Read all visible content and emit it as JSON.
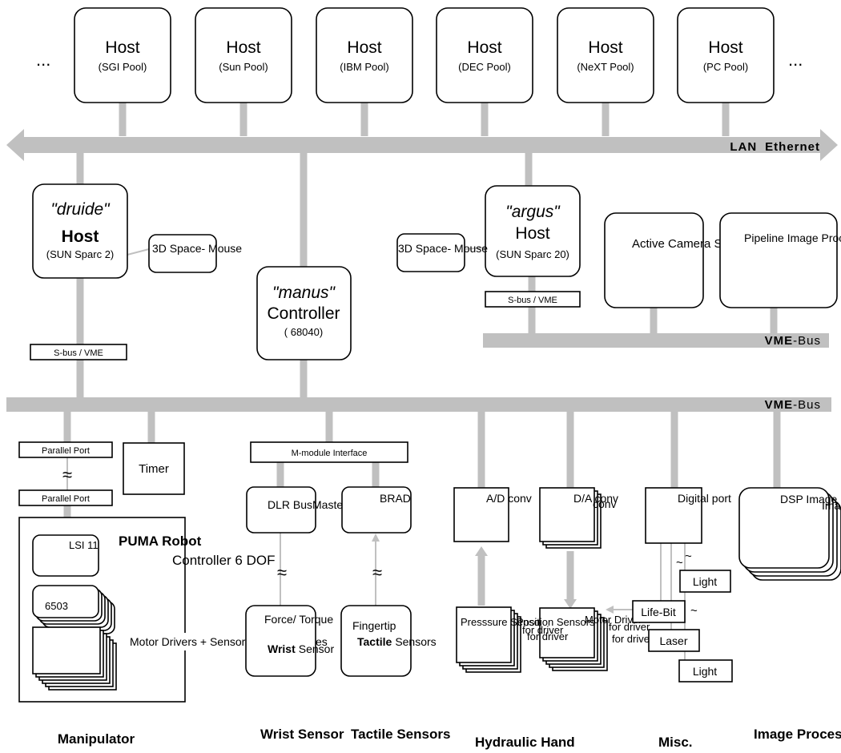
{
  "ellipsis": "...",
  "hosts": [
    {
      "title": "Host",
      "sub": "(SGI Pool)"
    },
    {
      "title": "Host",
      "sub": "(Sun Pool)"
    },
    {
      "title": "Host",
      "sub": "(IBM Pool)"
    },
    {
      "title": "Host",
      "sub": "(DEC Pool)"
    },
    {
      "title": "Host",
      "sub": "(NeXT Pool)"
    },
    {
      "title": "Host",
      "sub": "(PC Pool)"
    }
  ],
  "lan": {
    "label_bold": "LAN",
    "label_rest": "Ethernet"
  },
  "druide": {
    "name": "\"druide\"",
    "title": "Host",
    "sub": "(SUN Sparc 2)"
  },
  "argus": {
    "name": "\"argus\"",
    "title": "Host",
    "sub": "(SUN Sparc 20)"
  },
  "manus": {
    "name": "\"manus\"",
    "title": "Controller",
    "sub": "( 68040)"
  },
  "space_mouse": "3D Space- Mouse",
  "sbus": "S-bus / VME",
  "active_camera": "Active Camera System",
  "pipeline": "Pipeline Image Processing",
  "vme": {
    "bold": "VME",
    "rest": "-Bus"
  },
  "parallel_port": "Parallel Port",
  "timer": "Timer",
  "puma": {
    "title": "PUMA Robot",
    "sub": "Controller 6 DOF",
    "lsi": "LSI 11",
    "cpu": "6503",
    "drivers": "Motor Drivers + Sensor Interfaces"
  },
  "mmodule": "M-module Interface",
  "dlr": "DLR BusMaster",
  "brad": "BRAD",
  "force": {
    "line1": "Force/ Torque",
    "bold": "Wrist",
    "rest": "Sensor"
  },
  "fingertip": {
    "line1": "Fingertip",
    "bold": "Tactile",
    "rest": "Sensors"
  },
  "ad": "A/D conv",
  "da": "D/A conv",
  "conv": "conv",
  "digital_port": "Digital port",
  "dsp": "DSP Image",
  "dsp2": "Image",
  "pressure": "Presssure Sensors",
  "position": "Position Sensors",
  "motor_driver": "Motor Driver",
  "for_driver": "for driver",
  "light": "Light",
  "life_bit": "Life-Bit",
  "laser": "Laser",
  "approx": "≈",
  "tilde": "~",
  "categories": [
    "Manipulator",
    "Wrist Sensor",
    "Tactile Sensors",
    "Hydraulic Hand",
    "Misc.",
    "Image Processing"
  ]
}
